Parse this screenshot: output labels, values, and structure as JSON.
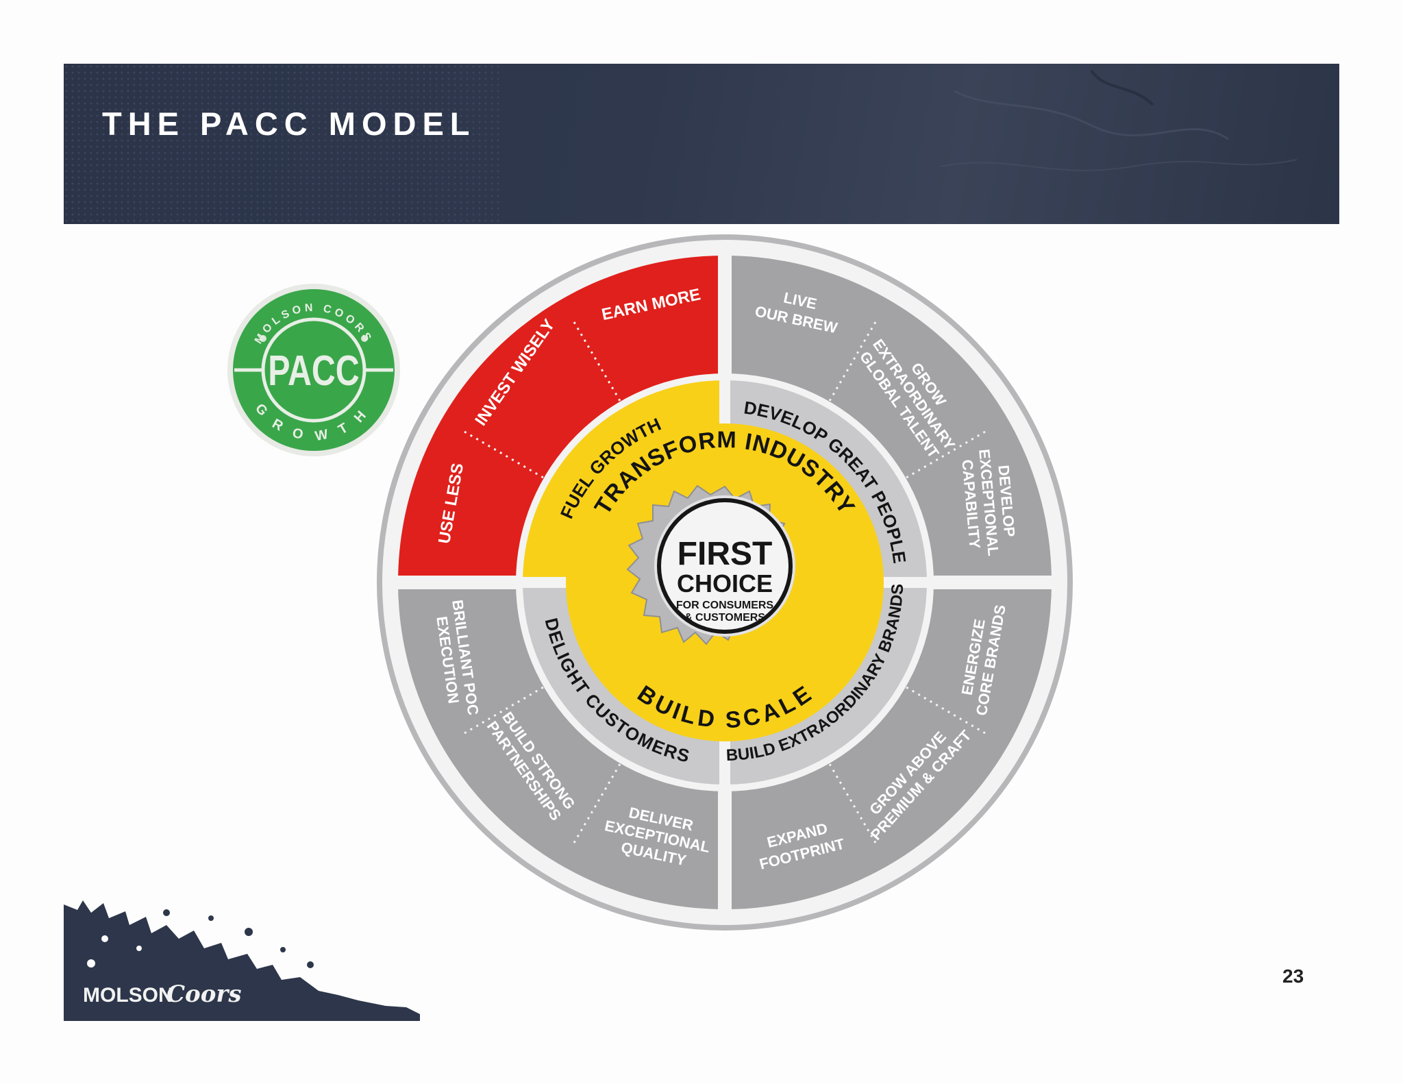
{
  "header": {
    "title": "THE PACC MODEL"
  },
  "badge": {
    "top_text": "MOLSON COORS",
    "center_text": "PACC",
    "bottom_text": "GROWTH"
  },
  "center": {
    "title_line1": "FIRST",
    "title_line2": "CHOICE",
    "subtitle_line1": "FOR CONSUMERS",
    "subtitle_line2": "& CUSTOMERS"
  },
  "inner_ring": {
    "top": "TRANSFORM INDUSTRY",
    "bottom": "BUILD SCALE"
  },
  "middle_ring": {
    "top_left": "FUEL GROWTH",
    "top_right": "DEVELOP GREAT PEOPLE",
    "bottom_right": "BUILD EXTRAORDINARY BRANDS",
    "bottom_left": "DELIGHT CUSTOMERS"
  },
  "outer_ring": {
    "use_less": "USE LESS",
    "invest_wisely": "INVEST WISELY",
    "earn_more": "EARN MORE",
    "live_our_brew": [
      "LIVE",
      "OUR BREW"
    ],
    "grow_global_talent": [
      "GROW",
      "EXTRAORDINARY",
      "GLOBAL TALENT"
    ],
    "develop_capability": [
      "DEVELOP",
      "EXCEPTIONAL",
      "CAPABILITY"
    ],
    "energize_core": [
      "ENERGIZE",
      "CORE BRANDS"
    ],
    "grow_premium": [
      "GROW ABOVE",
      "PREMIUM & CRAFT"
    ],
    "expand_footprint": [
      "EXPAND",
      "FOOTPRINT"
    ],
    "deliver_quality": [
      "DELIVER",
      "EXCEPTIONAL",
      "QUALITY"
    ],
    "build_partnerships": [
      "BUILD STRONG",
      "PARTNERSHIPS"
    ],
    "brilliant_execution": [
      "BRILLIANT POC",
      "EXECUTION"
    ]
  },
  "footer": {
    "logo_text_1": "MOLSON",
    "logo_text_2": "Coors",
    "page_number": "23"
  },
  "colors": {
    "header_bg": "#2d364a",
    "red": "#e0201c",
    "yellow": "#f8d018",
    "gray_outer": "#a3a3a5",
    "gray_mid": "#c9c9cb",
    "badge_green": "#3aa64a"
  }
}
